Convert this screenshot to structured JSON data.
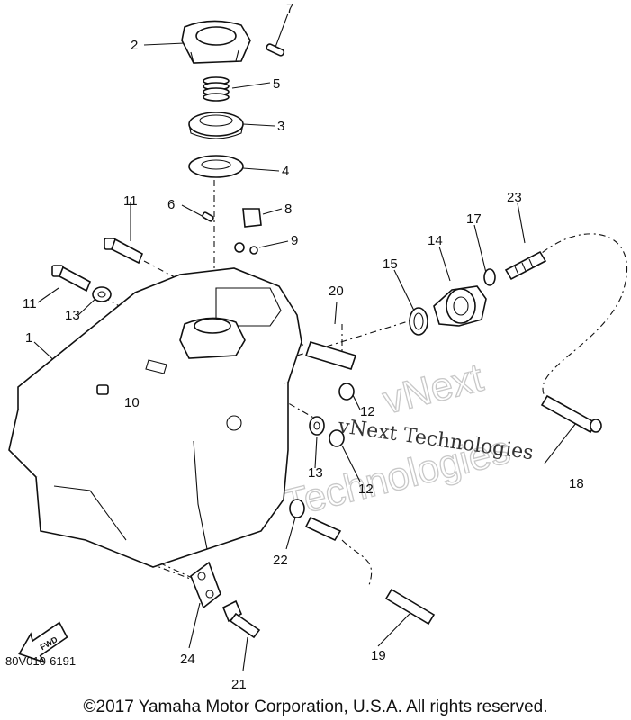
{
  "callouts": {
    "n1": "1",
    "n2": "2",
    "n3": "3",
    "n4": "4",
    "n5": "5",
    "n6": "6",
    "n7": "7",
    "n8": "8",
    "n9": "9",
    "n10": "10",
    "n11a": "11",
    "n11b": "11",
    "n12a": "12",
    "n12b": "12",
    "n13a": "13",
    "n13b": "13",
    "n14": "14",
    "n15": "15",
    "n17": "17",
    "n18": "18",
    "n19": "19",
    "n20": "20",
    "n21": "21",
    "n22": "22",
    "n23": "23",
    "n24": "24"
  },
  "fwd_label": "FWD",
  "part_code": "80V010-6191",
  "watermark": {
    "primary": "vNext",
    "secondary": "Technologies",
    "company": "vNext Technologies"
  },
  "copyright": "©2017 Yamaha Motor Corporation, U.S.A. All rights reserved."
}
